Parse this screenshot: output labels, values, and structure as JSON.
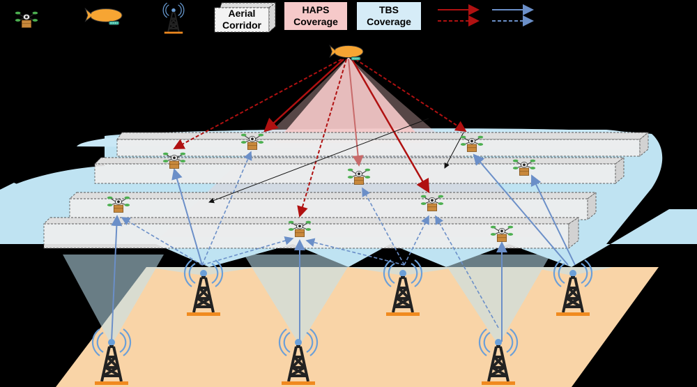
{
  "legend": {
    "uav_icon": "uav-icon",
    "haps_icon": "haps-airship-icon",
    "tbs_icon": "tbs-tower-icon",
    "corridor_label_line1": "Aerial",
    "corridor_label_line2": "Corridor",
    "haps_coverage_line1": "HAPS",
    "haps_coverage_line2": "Coverage",
    "tbs_coverage_line1": "TBS",
    "tbs_coverage_line2": "Coverage"
  },
  "colors": {
    "background": "#000000",
    "ground": "#f9d4a7",
    "haps_coverage": "#f6c9c9",
    "tbs_coverage": "#bfe3f2",
    "haps_link": "#b01111",
    "tbs_link": "#6b8fc8",
    "tower": "#222222",
    "tower_base": "#f08a1f",
    "airship": "#f7a533",
    "parcel": "#c9893c",
    "rotor": "#4caf50"
  }
}
